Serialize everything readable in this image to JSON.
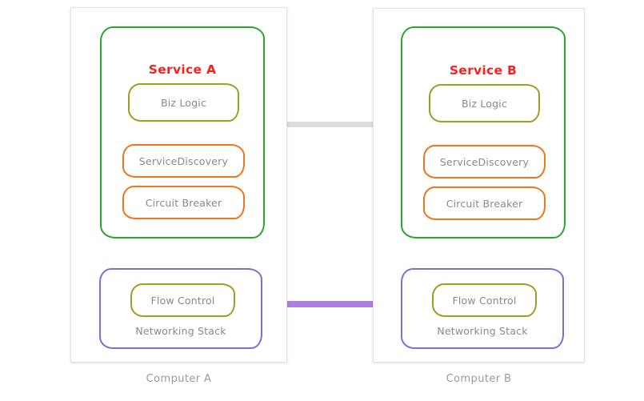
{
  "diagram": {
    "title": "Service A / Service B across Computer A and Computer B",
    "background_color": "#ffffff"
  },
  "colors": {
    "service_border": "#2aa432",
    "service_title": "#fb2020",
    "biz_logic_border": "#9aa024",
    "service_discovery_border": "#f2741a",
    "circuit_breaker_border": "#f2741a",
    "flow_control_border": "#9aa024",
    "networking_border": "#7c6fd6",
    "panel_border": "#e3e3e3",
    "label_text": "#8a8a8a",
    "link_application": "#dcdcdc",
    "link_network": "#ab7fe0"
  },
  "computers": [
    {
      "id": "a",
      "label": "Computer A",
      "service": {
        "title": "Service A",
        "components": [
          {
            "name": "biz-logic",
            "label": "Biz Logic"
          },
          {
            "name": "service-discovery",
            "label": "ServiceDiscovery"
          },
          {
            "name": "circuit-breaker",
            "label": "Circuit Breaker"
          }
        ]
      },
      "networking": {
        "label": "Networking Stack",
        "components": [
          {
            "name": "flow-control",
            "label": "Flow Control"
          }
        ]
      }
    },
    {
      "id": "b",
      "label": "Computer B",
      "service": {
        "title": "Service B",
        "components": [
          {
            "name": "biz-logic",
            "label": "Biz Logic"
          },
          {
            "name": "service-discovery",
            "label": "ServiceDiscovery"
          },
          {
            "name": "circuit-breaker",
            "label": "Circuit Breaker"
          }
        ]
      },
      "networking": {
        "label": "Networking Stack",
        "components": [
          {
            "name": "flow-control",
            "label": "Flow Control"
          }
        ]
      }
    }
  ],
  "connections": [
    {
      "name": "service-to-service-link",
      "from": "Service A",
      "to": "Service B",
      "style": "gray",
      "label": ""
    },
    {
      "name": "networking-stack-link",
      "from": "Networking Stack A",
      "to": "Networking Stack B",
      "style": "purple",
      "label": ""
    }
  ]
}
